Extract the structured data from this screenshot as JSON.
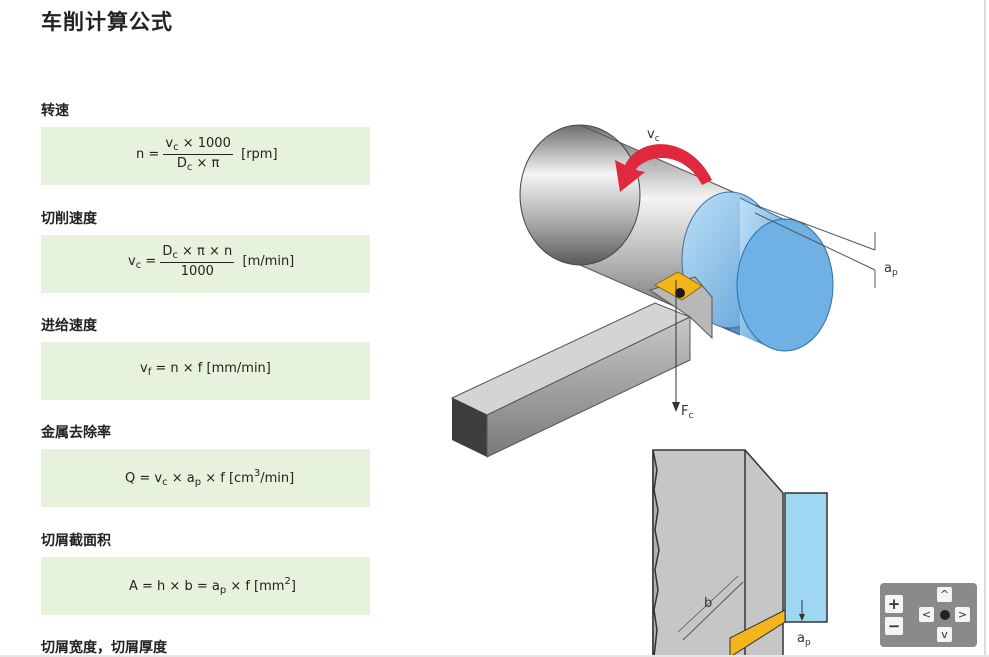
{
  "title": "车削计算公式",
  "sections": [
    {
      "label": "转速"
    },
    {
      "label": "切削速度"
    },
    {
      "label": "进给速度"
    },
    {
      "label": "金属去除率"
    },
    {
      "label": "切屑截面积"
    },
    {
      "label": "切屑宽度，切屑厚度"
    }
  ],
  "formulas": {
    "rpm": {
      "lhs": "n =",
      "num_v": "v",
      "num_c": "c",
      "num_rest": " × 1000",
      "den_d": "D",
      "den_c": "c",
      "den_rest": " × π",
      "unit": "[rpm]"
    },
    "vc": {
      "lhs_v": "v",
      "lhs_c": "c",
      "lhs_eq": " =",
      "num_d": "D",
      "num_c": "c",
      "num_rest": " × π × n",
      "den": "1000",
      "unit": "[m/min]"
    },
    "vf": {
      "v": "v",
      "f": "f",
      "rest": " = n × f  [mm/min]"
    },
    "q": {
      "pre": "Q = v",
      "c": "c",
      "mid1": " × a",
      "p": "p",
      "mid2": " × f   [cm",
      "exp": "3",
      "end": "/min]"
    },
    "a": {
      "pre": "A = h × b = a",
      "p": "p",
      "mid": " × f  [mm",
      "exp": "2",
      "end": "]"
    }
  },
  "diagram": {
    "label_vc_v": "v",
    "label_vc_c": "c",
    "label_ap_a": "a",
    "label_ap_p": "p",
    "label_fc_f": "F",
    "label_fc_c": "c",
    "label_b": "b",
    "label_ap2_a": "a",
    "label_ap2_p": "p",
    "colors": {
      "arrow": "#e0283e",
      "workpiece_blue": "#7ab8e6",
      "insert": "#f2b51c",
      "formula_bg": "#e6f2dc"
    }
  },
  "controls": {
    "zoom_in": "+",
    "zoom_out": "−",
    "up": "^",
    "down": "v",
    "left": "<",
    "right": ">"
  }
}
